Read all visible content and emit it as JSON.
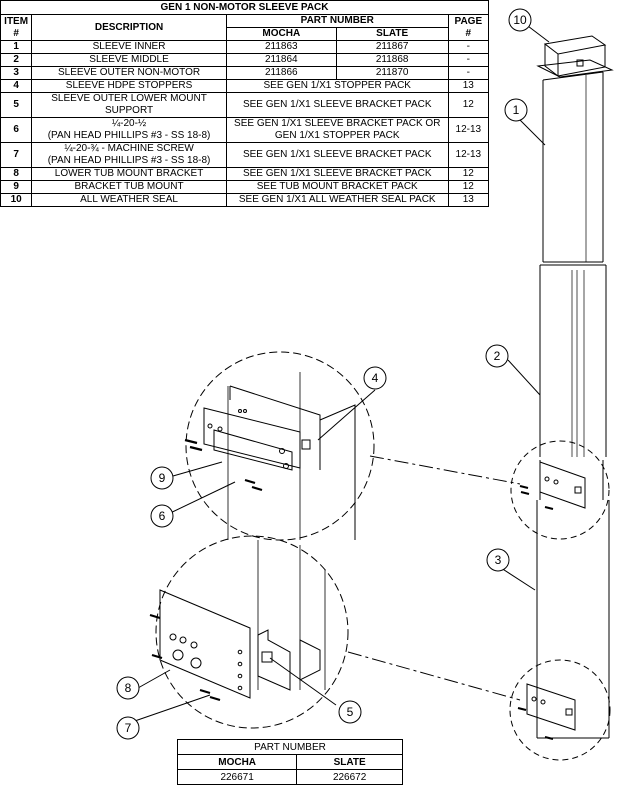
{
  "parts_table": {
    "title": "GEN 1 NON-MOTOR SLEEVE PACK",
    "headers": {
      "item_line1": "ITEM",
      "item_line2": "#",
      "description": "DESCRIPTION",
      "part_number": "PART NUMBER",
      "mocha": "MOCHA",
      "slate": "SLATE",
      "page_line1": "PAGE",
      "page_line2": "#"
    },
    "rows": [
      {
        "item": "1",
        "description": "SLEEVE INNER",
        "mocha": "211863",
        "slate": "211867",
        "page": "-"
      },
      {
        "item": "2",
        "description": "SLEEVE MIDDLE",
        "mocha": "211864",
        "slate": "211868",
        "page": "-"
      },
      {
        "item": "3",
        "description": "SLEEVE OUTER NON-MOTOR",
        "mocha": "211866",
        "slate": "211870",
        "page": "-"
      },
      {
        "item": "4",
        "description": "SLEEVE HDPE STOPPERS",
        "span": "SEE GEN 1/X1 STOPPER PACK",
        "page": "13"
      },
      {
        "item": "5",
        "description_line1": "SLEEVE OUTER LOWER MOUNT",
        "description_line2": "SUPPORT",
        "span": "SEE GEN 1/X1 SLEEVE BRACKET PACK",
        "page": "12"
      },
      {
        "item": "6",
        "description_line1": "¼-20-½",
        "description_line2": "(PAN HEAD PHILLIPS #3 - SS 18-8)",
        "span_line1": "SEE GEN 1/X1 SLEEVE BRACKET PACK OR",
        "span_line2": "GEN 1/X1 STOPPER PACK",
        "page": "12-13"
      },
      {
        "item": "7",
        "description_line1": "¼-20-¾ - MACHINE SCREW",
        "description_line2": "(PAN HEAD PHILLIPS #3 - SS 18-8)",
        "span": "SEE GEN 1/X1 SLEEVE BRACKET PACK",
        "page": "12-13"
      },
      {
        "item": "8",
        "description": "LOWER TUB MOUNT BRACKET",
        "span": "SEE GEN 1/X1 SLEEVE BRACKET PACK",
        "page": "12"
      },
      {
        "item": "9",
        "description": "BRACKET TUB MOUNT",
        "span": "SEE TUB MOUNT BRACKET PACK",
        "page": "12"
      },
      {
        "item": "10",
        "description": "ALL WEATHER SEAL",
        "span": "SEE GEN 1/X1 ALL WEATHER SEAL PACK",
        "page": "13"
      }
    ]
  },
  "callouts": [
    "1",
    "2",
    "3",
    "4",
    "5",
    "6",
    "7",
    "8",
    "9",
    "10"
  ],
  "assembly_table": {
    "header": "PART NUMBER",
    "mocha_label": "MOCHA",
    "slate_label": "SLATE",
    "mocha_value": "226671",
    "slate_value": "226672"
  }
}
